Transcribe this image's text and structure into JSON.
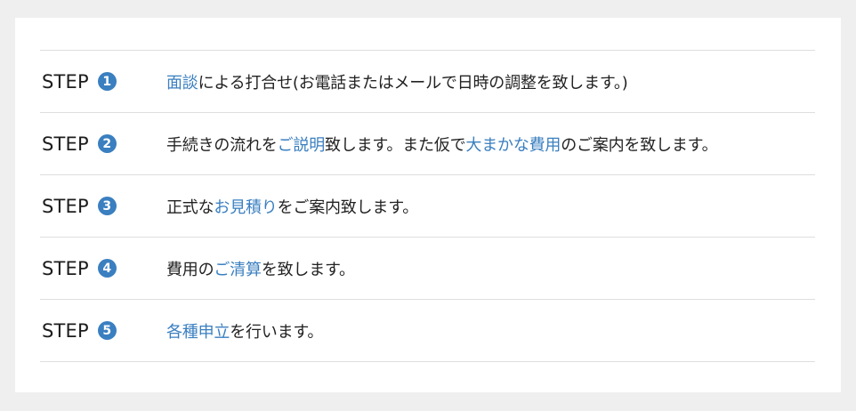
{
  "colors": {
    "accent": "#3a7fc0",
    "badge": "#3a7fc0",
    "text": "#222222"
  },
  "steps": [
    {
      "label": "STEP",
      "number": "1",
      "segments": [
        {
          "text": "面談",
          "highlight": true
        },
        {
          "text": "による打合せ(お電話またはメールで日時の調整を致します。)",
          "highlight": false
        }
      ]
    },
    {
      "label": "STEP",
      "number": "2",
      "segments": [
        {
          "text": "手続きの流れを",
          "highlight": false
        },
        {
          "text": "ご説明",
          "highlight": true
        },
        {
          "text": "致します。また仮で",
          "highlight": false
        },
        {
          "text": "大まかな費用",
          "highlight": true
        },
        {
          "text": "のご案内を致します。",
          "highlight": false
        }
      ]
    },
    {
      "label": "STEP",
      "number": "3",
      "segments": [
        {
          "text": "正式な",
          "highlight": false
        },
        {
          "text": "お見積り",
          "highlight": true
        },
        {
          "text": "をご案内致します。",
          "highlight": false
        }
      ]
    },
    {
      "label": "STEP",
      "number": "4",
      "segments": [
        {
          "text": "費用の",
          "highlight": false
        },
        {
          "text": "ご清算",
          "highlight": true
        },
        {
          "text": "を致します。",
          "highlight": false
        }
      ]
    },
    {
      "label": "STEP",
      "number": "5",
      "segments": [
        {
          "text": "各種申立",
          "highlight": true
        },
        {
          "text": "を行います。",
          "highlight": false
        }
      ]
    }
  ]
}
